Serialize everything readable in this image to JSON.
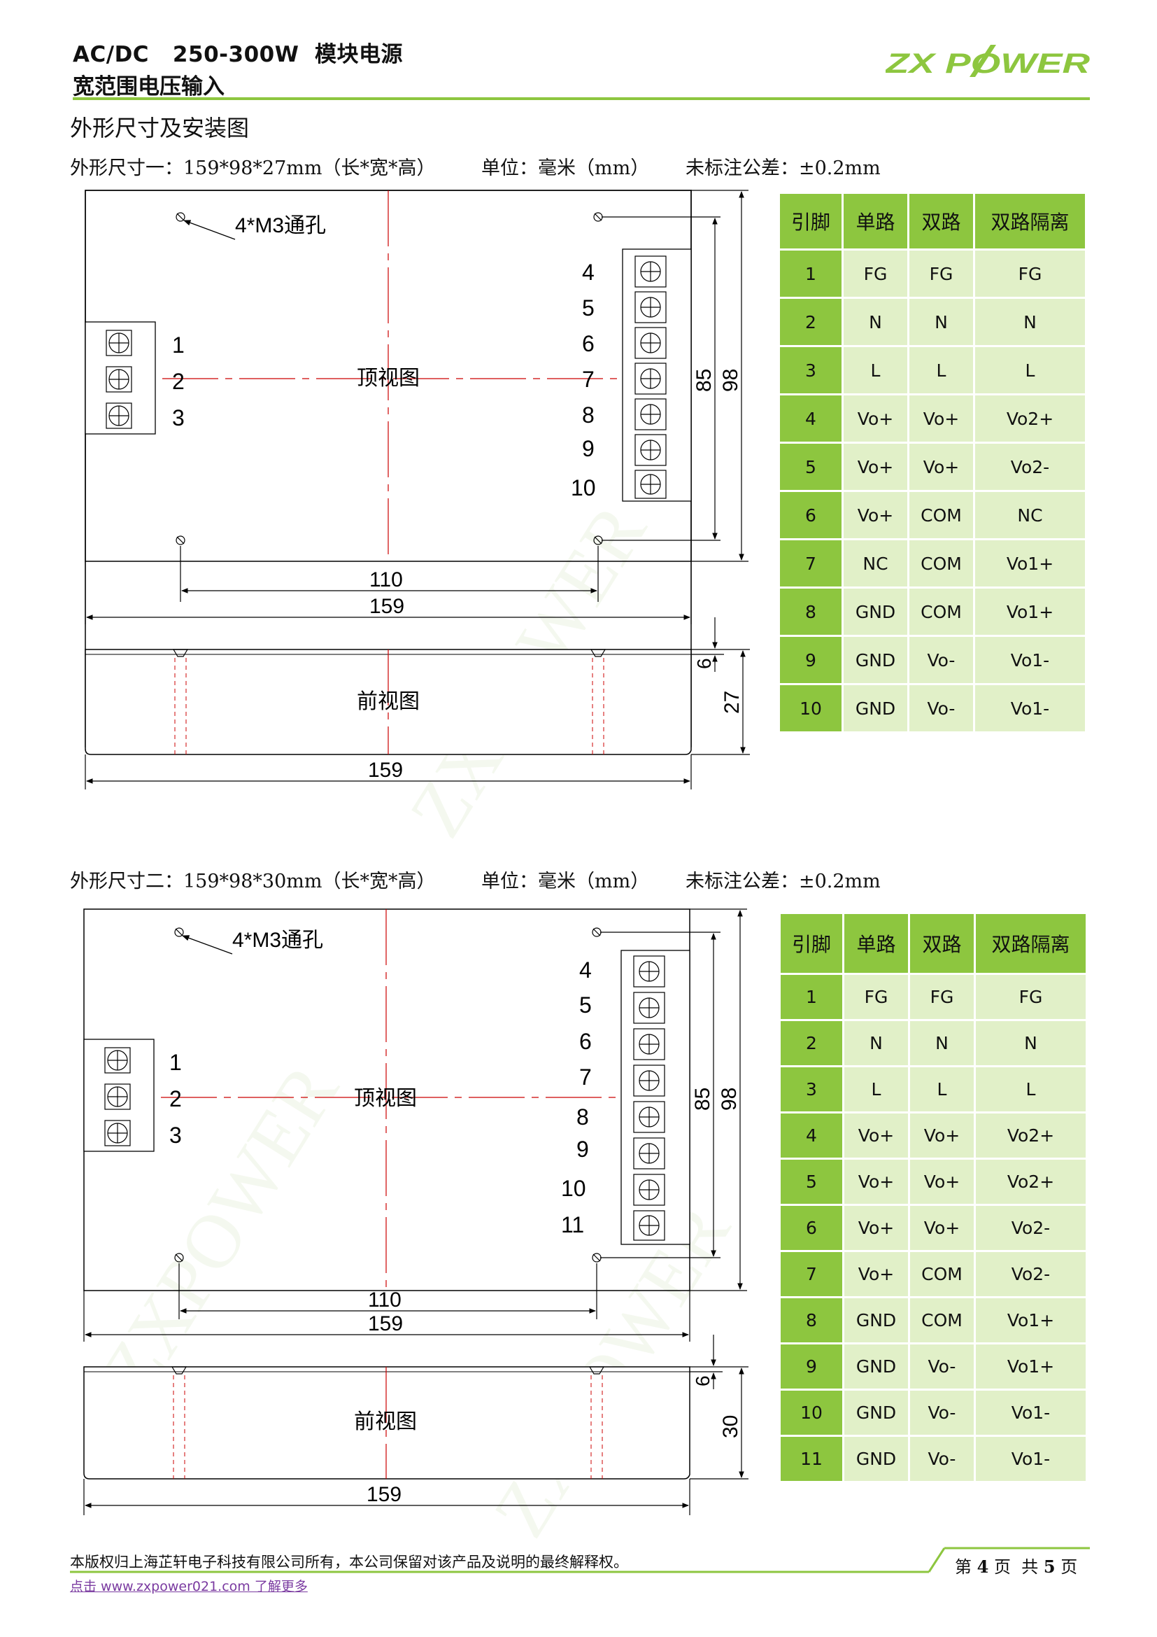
{
  "header": {
    "title": "AC/DC   250-300W  模块电源",
    "subtitle": "宽范围电压输入",
    "logo_text": "ZX POWER",
    "accent_color": "#8dc63f"
  },
  "watermark_text": "ZXPOWER",
  "section_title": "外形尺寸及安装图",
  "blocks": [
    {
      "spec": "外形尺寸一：159*98*27mm（长*宽*高）",
      "unit": "单位：毫米（mm）",
      "tolerance": "未标注公差：±0.2mm",
      "hole_label": "4*M3通孔",
      "top_view_label": "顶视图",
      "front_view_label": "前视图",
      "left_terminals": [
        "1",
        "2",
        "3"
      ],
      "right_terminals": [
        "4",
        "5",
        "6",
        "7",
        "8",
        "9",
        "10"
      ],
      "dims": {
        "hole_spacing": "110",
        "length": "159",
        "inner_width": "85",
        "width": "98",
        "front_top": "6",
        "height": "27",
        "front_length": "159"
      },
      "table": {
        "headers": [
          "引脚",
          "单路",
          "双路",
          "双路隔离"
        ],
        "rows": [
          [
            "1",
            "FG",
            "FG",
            "FG"
          ],
          [
            "2",
            "N",
            "N",
            "N"
          ],
          [
            "3",
            "L",
            "L",
            "L"
          ],
          [
            "4",
            "Vo+",
            "Vo+",
            "Vo2+"
          ],
          [
            "5",
            "Vo+",
            "Vo+",
            "Vo2-"
          ],
          [
            "6",
            "Vo+",
            "COM",
            "NC"
          ],
          [
            "7",
            "NC",
            "COM",
            "Vo1+"
          ],
          [
            "8",
            "GND",
            "COM",
            "Vo1+"
          ],
          [
            "9",
            "GND",
            "Vo-",
            "Vo1-"
          ],
          [
            "10",
            "GND",
            "Vo-",
            "Vo1-"
          ]
        ]
      }
    },
    {
      "spec": "外形尺寸二：159*98*30mm（长*宽*高）",
      "unit": "单位：毫米（mm）",
      "tolerance": "未标注公差：±0.2mm",
      "hole_label": "4*M3通孔",
      "top_view_label": "顶视图",
      "front_view_label": "前视图",
      "left_terminals": [
        "1",
        "2",
        "3"
      ],
      "right_terminals": [
        "4",
        "5",
        "6",
        "7",
        "8",
        "9",
        "10",
        "11"
      ],
      "dims": {
        "hole_spacing": "110",
        "length": "159",
        "inner_width": "85",
        "width": "98",
        "front_top": "6",
        "height": "30",
        "front_length": "159"
      },
      "table": {
        "headers": [
          "引脚",
          "单路",
          "双路",
          "双路隔离"
        ],
        "rows": [
          [
            "1",
            "FG",
            "FG",
            "FG"
          ],
          [
            "2",
            "N",
            "N",
            "N"
          ],
          [
            "3",
            "L",
            "L",
            "L"
          ],
          [
            "4",
            "Vo+",
            "Vo+",
            "Vo2+"
          ],
          [
            "5",
            "Vo+",
            "Vo+",
            "Vo2+"
          ],
          [
            "6",
            "Vo+",
            "Vo+",
            "Vo2-"
          ],
          [
            "7",
            "Vo+",
            "COM",
            "Vo2-"
          ],
          [
            "8",
            "GND",
            "COM",
            "Vo1+"
          ],
          [
            "9",
            "GND",
            "Vo-",
            "Vo1+"
          ],
          [
            "10",
            "GND",
            "Vo-",
            "Vo1-"
          ],
          [
            "11",
            "GND",
            "Vo-",
            "Vo1-"
          ]
        ]
      }
    }
  ],
  "footer": {
    "copyright": "本版权归上海芷轩电子科技有限公司所有，本公司保留对该产品及说明的最终解释权。",
    "link_text": "点击 www.zxpower021.com 了解更多",
    "page_prefix": "第",
    "page_current": "4",
    "page_mid": "页  共",
    "page_total": "5",
    "page_suffix": "页"
  }
}
